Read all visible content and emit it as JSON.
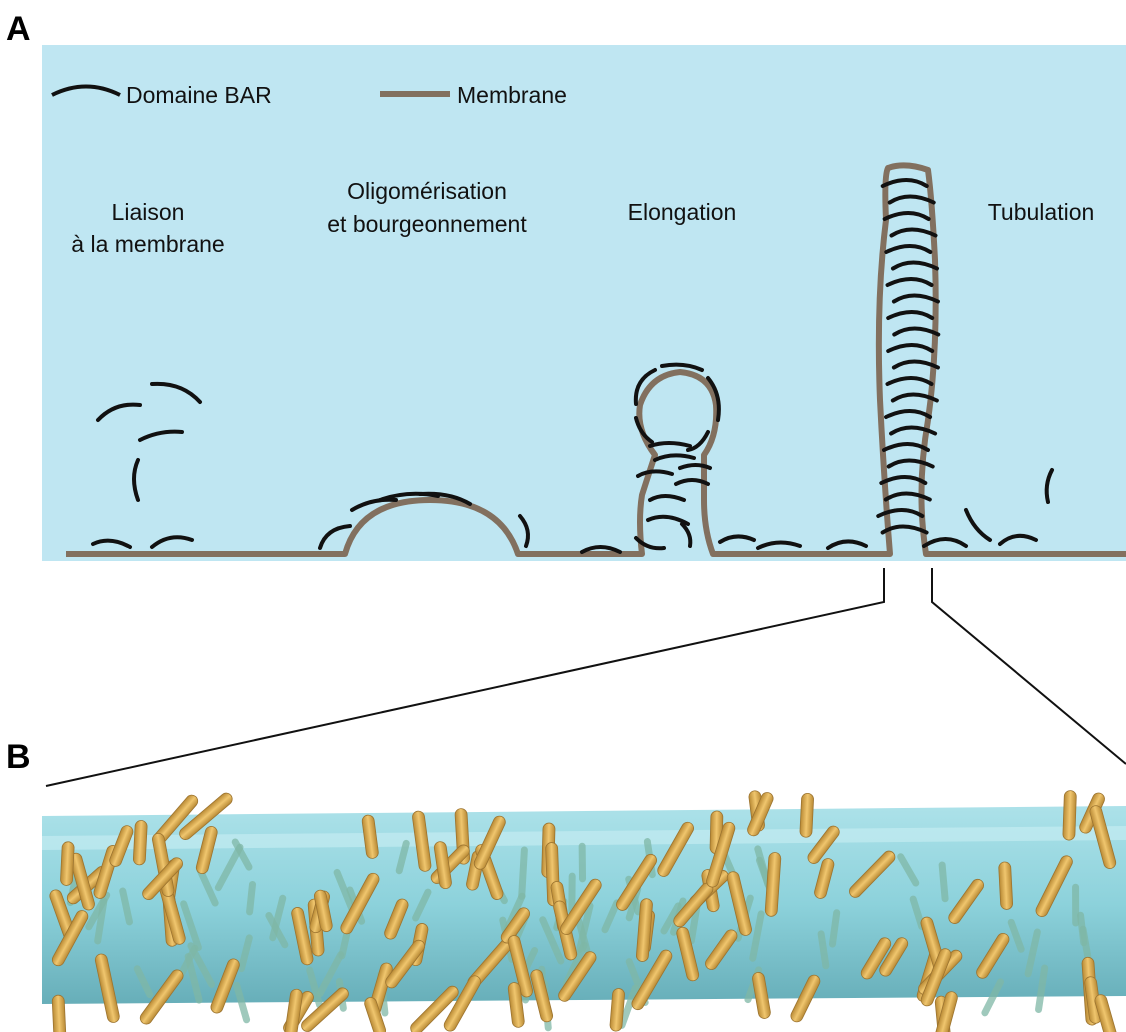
{
  "panels": {
    "a": "A",
    "b": "B"
  },
  "legend": {
    "bar_domain": "Domaine BAR",
    "membrane": "Membrane"
  },
  "stages": {
    "binding": [
      "Liaison",
      "à la membrane"
    ],
    "oligomerisation": [
      "Oligomérisation",
      "et bourgeonnement"
    ],
    "elongation": [
      "Elongation"
    ],
    "tubulation": [
      "Tubulation"
    ]
  },
  "colors": {
    "background": "#bfe6f2",
    "membrane": "#82705f",
    "bar_domain": "#111111",
    "tube": "#8ed3dc",
    "protein": "#d9ab52",
    "protein_back": "#7fb7a6"
  }
}
